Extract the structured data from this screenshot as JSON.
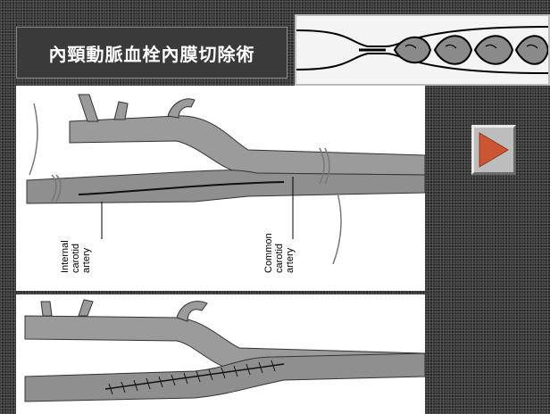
{
  "slide": {
    "title": "內頸動脈血栓內膜切除術",
    "labels": {
      "internal": [
        "Internal",
        "carotid",
        "artery"
      ],
      "common": [
        "Common",
        "carotid",
        "artery"
      ]
    },
    "play_icon": "play-triangle-icon"
  },
  "colors": {
    "title_text": "#ffffff",
    "play_arrow": "#cc5533",
    "artery_fill": "#9b9b9b"
  }
}
